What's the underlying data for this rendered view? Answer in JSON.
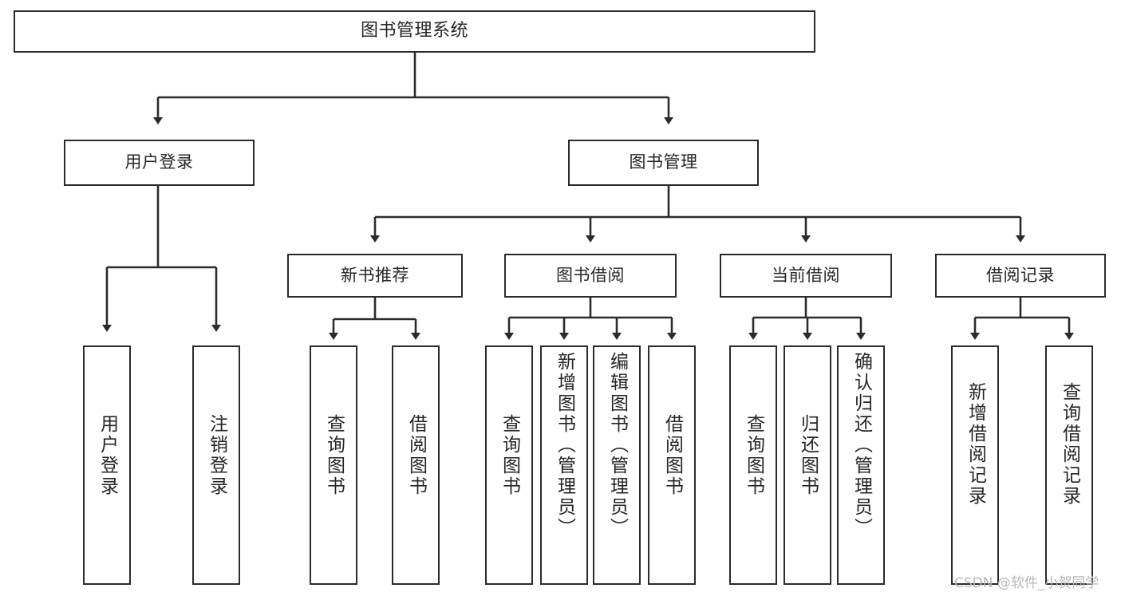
{
  "diagram": {
    "title": "图书管理系统",
    "type": "tree-hierarchy-chart",
    "stroke_color": "#2b2b2b",
    "background_color": "#ffffff",
    "root": {
      "label": "图书管理系统"
    },
    "level2": [
      {
        "label": "用户登录"
      },
      {
        "label": "图书管理"
      }
    ],
    "level3": [
      {
        "label": "新书推荐"
      },
      {
        "label": "图书借阅"
      },
      {
        "label": "当前借阅"
      },
      {
        "label": "借阅记录"
      }
    ],
    "leaves": {
      "user_login": [
        {
          "label": "用户登录"
        },
        {
          "label": "注销登录"
        }
      ],
      "new_book_recommend": [
        {
          "label": "查询图书"
        },
        {
          "label": "借阅图书"
        }
      ],
      "book_borrow": [
        {
          "label": "查询图书"
        },
        {
          "label": "新增图书（管理员）"
        },
        {
          "label": "编辑图书（管理员）"
        },
        {
          "label": "借阅图书"
        }
      ],
      "current_borrow": [
        {
          "label": "查询图书"
        },
        {
          "label": "归还图书"
        },
        {
          "label": "确认归还（管理员）"
        }
      ],
      "borrow_record": [
        {
          "label": "新增借阅记录"
        },
        {
          "label": "查询借阅记录"
        }
      ]
    }
  },
  "watermark": {
    "text": "CSDN @软件_小贺同学"
  }
}
